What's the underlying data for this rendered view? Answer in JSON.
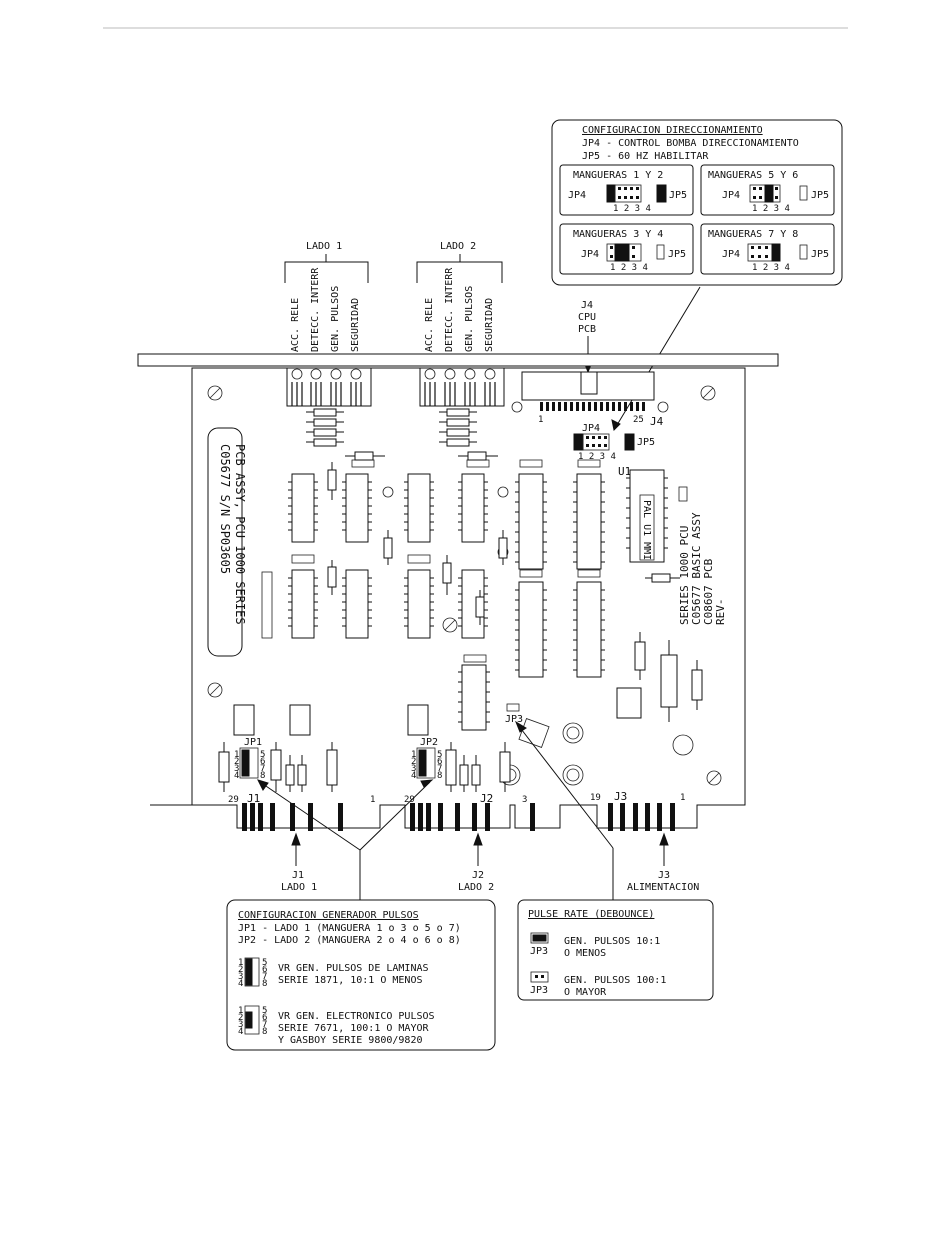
{
  "board": {
    "label_line1": "C05677 S/N SP03605",
    "label_line2": "PCB ASSY, PCU 1000 SERIES",
    "series_lines": [
      "SERIES 1000 PCU",
      "C05677 BASIC ASSY",
      "C08607 PCB",
      "REV-"
    ],
    "chip_u1_label": "U1",
    "chip_u1_text": "PAL U1 MMI",
    "j4_label": "J4",
    "j4_pin1": "1",
    "j4_pin25": "25",
    "jp4_label": "JP4",
    "jp4_pins": "1 2 3 4",
    "jp5_label": "JP5",
    "jp3_label": "JP3",
    "jp1_label": "JP1",
    "jp2_label": "JP2",
    "jp_pins_left": [
      "1",
      "2",
      "3",
      "4"
    ],
    "jp_pins_right": [
      "5",
      "6",
      "7",
      "8"
    ]
  },
  "top_labels": {
    "lado1_title": "LADO 1",
    "lado2_title": "LADO 2",
    "lado1_cols": [
      "ACC. RELE",
      "DETECC. INTERR",
      "GEN. PULSOS",
      "SEGURIDAD"
    ],
    "lado2_cols": [
      "ACC. RELE",
      "DETECC. INTERR",
      "GEN. PULSOS",
      "SEGURIDAD"
    ],
    "j4_callout": [
      "J4",
      "CPU",
      "PCB"
    ]
  },
  "connectors": {
    "j1": "J1",
    "j2": "J2",
    "j3": "J3",
    "j1_pin_left": "29",
    "j1_pin_right": "1",
    "j2_pin_left": "29",
    "j2_pin_right": "3",
    "j3_pin_left": "19",
    "j3_pin_right": "1",
    "j1_caption": [
      "J1",
      "LADO 1"
    ],
    "j2_caption": [
      "J2",
      "LADO 2"
    ],
    "j3_caption": [
      "J3",
      "ALIMENTACION"
    ]
  },
  "config_direccionamiento": {
    "title": "CONFIGURACION DIRECCIONAMIENTO",
    "line1": "JP4 - CONTROL BOMBA DIRECCIONAMIENTO",
    "line2": "JP5 - 60 HZ HABILITAR",
    "panels": [
      {
        "title": "MANGUERAS 1 Y 2",
        "jp4": "JP4",
        "jp5": "JP5",
        "pins": "1 2 3 4"
      },
      {
        "title": "MANGUERAS 5 Y 6",
        "jp4": "JP4",
        "jp5": "JP5",
        "pins": "1 2 3 4"
      },
      {
        "title": "MANGUERAS 3 Y 4",
        "jp4": "JP4",
        "jp5": "JP5",
        "pins": "1 2 3 4"
      },
      {
        "title": "MANGUERAS 7 Y 8",
        "jp4": "JP4",
        "jp5": "JP5",
        "pins": "1 2 3 4"
      }
    ]
  },
  "config_generador": {
    "title": "CONFIGURACION GENERADOR PULSOS",
    "line1": "JP1 - LADO 1 (MANGUERA 1 o 3 o 5 o 7)",
    "line2": "JP2 - LADO 2 (MANGUERA 2 o 4 o 6 o 8)",
    "option1": [
      "VR GEN. PULSOS DE LAMINAS",
      "SERIE 1871, 10:1 O MENOS"
    ],
    "option2": [
      "VR GEN. ELECTRONICO PULSOS",
      "SERIE 7671, 100:1 O MAYOR",
      "Y GASBOY SERIE 9800/9820"
    ]
  },
  "pulse_rate": {
    "title": "PULSE RATE (DEBOUNCE)",
    "jp3": "JP3",
    "option1": [
      "GEN. PULSOS 10:1",
      "O MENOS"
    ],
    "option2": [
      "GEN. PULSOS 100:1",
      "O MAYOR"
    ]
  }
}
